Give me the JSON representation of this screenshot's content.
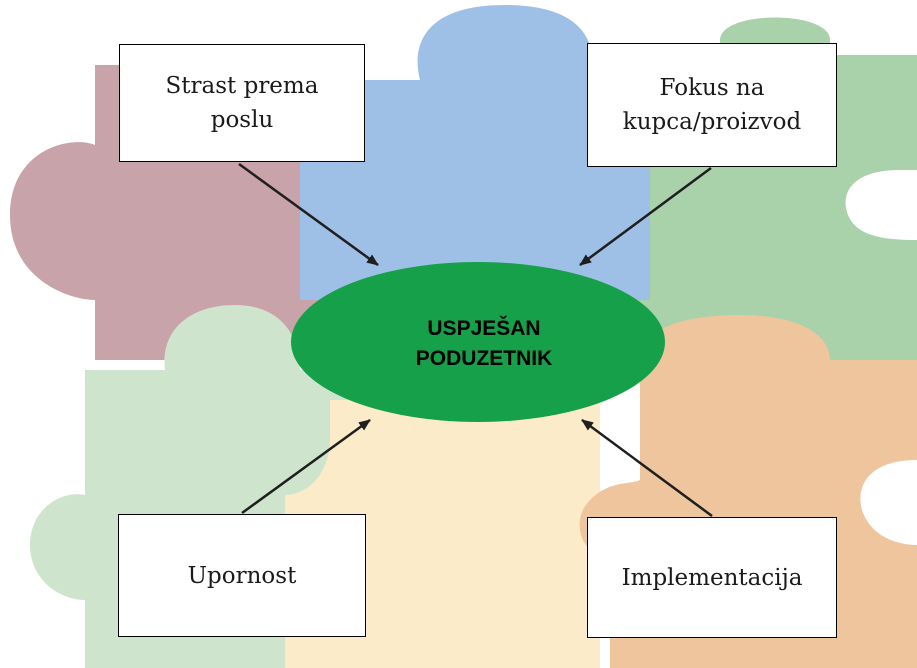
{
  "center": {
    "title": "USPJEŠAN\nPODUZETNIK"
  },
  "factors": {
    "top_left": "Strast prema\nposlu",
    "top_right": "Fokus na\nkupca/proizvod",
    "bottom_left": "Upornost",
    "bottom_right": "Implementacija"
  },
  "colors": {
    "puzzle_red": "#c9a3aa",
    "puzzle_blue": "#9ebfe6",
    "puzzle_green": "#a9d1aa",
    "puzzle_lightgreen": "#cfe4cd",
    "puzzle_cream": "#fcebc8",
    "puzzle_orange": "#eec59c",
    "center_ellipse": "#17a04a",
    "arrow": "#1f1f1f"
  }
}
